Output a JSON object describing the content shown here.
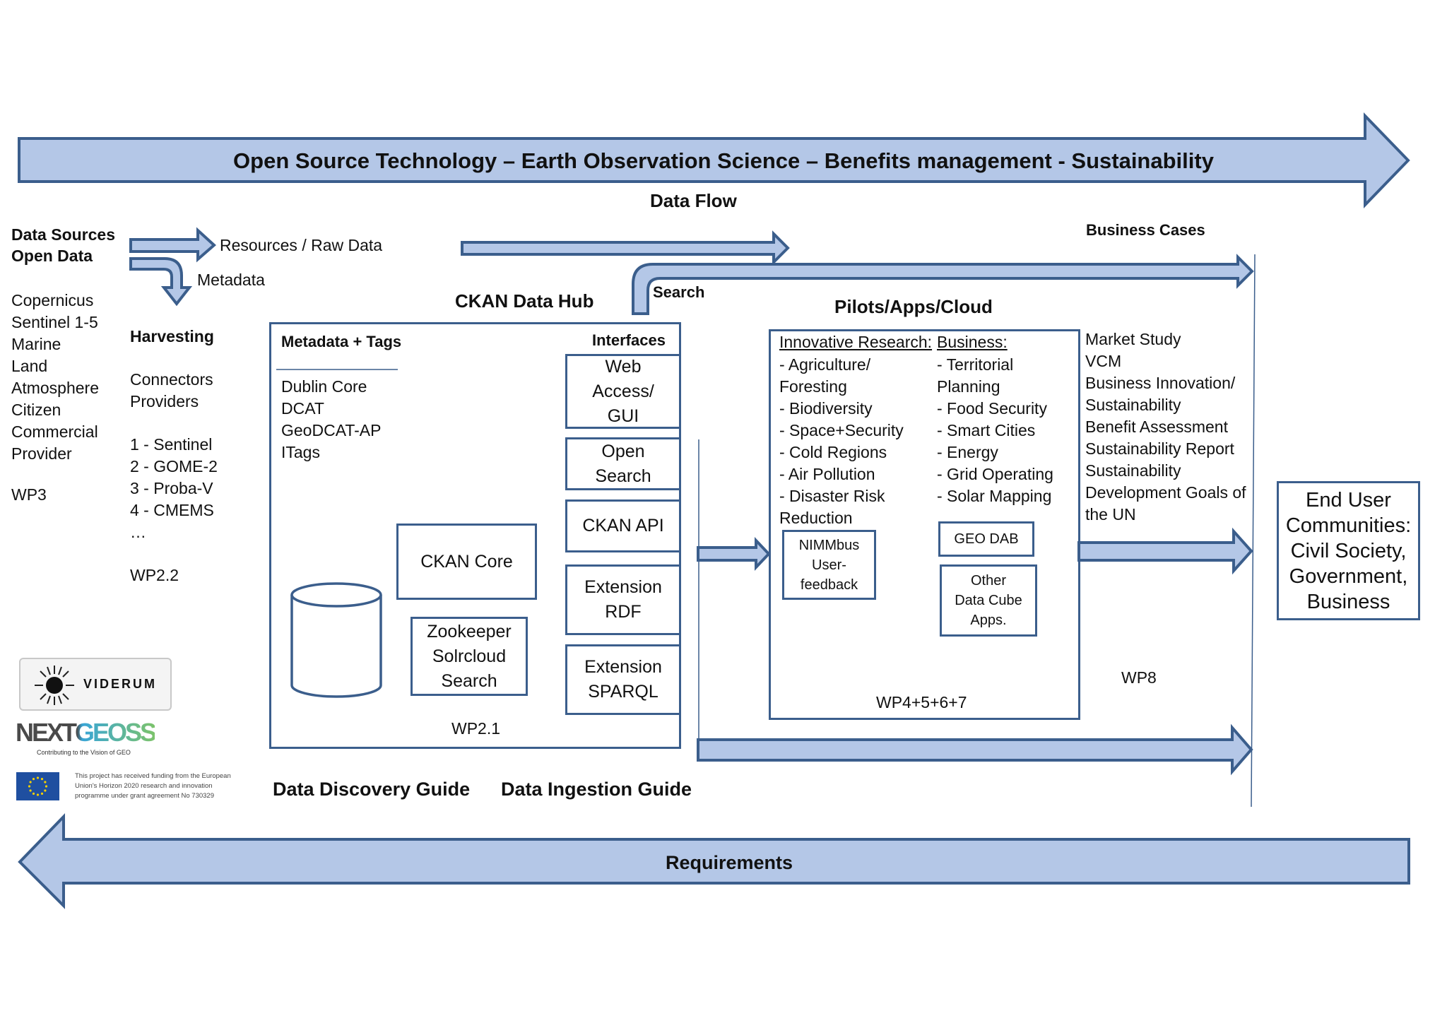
{
  "banner": "Open Source Technology – Earth Observation Science – Benefits management - Sustainability",
  "data_flow": "Data Flow",
  "requirements": "Requirements",
  "data_sources": {
    "title": "Data Sources\nOpen Data",
    "items": "Copernicus\nSentinel 1-5\nMarine\nLand\nAtmosphere\nCitizen\nCommercial\nProvider",
    "wp": "WP3"
  },
  "flow_labels": {
    "resources": "Resources / Raw Data",
    "metadata": "Metadata",
    "search": "Search",
    "business_cases": "Business Cases"
  },
  "harvesting": {
    "title": "Harvesting",
    "sub": "Connectors\nProviders",
    "list": "1 - Sentinel\n2 - GOME-2\n3 - Proba-V\n4 - CMEMS\n…",
    "wp": "WP2.2"
  },
  "ckan": {
    "title": "CKAN Data Hub",
    "metadata_tags": "Metadata + Tags",
    "interfaces": "Interfaces",
    "standards": "Dublin Core\nDCAT\nGeoDCAT-AP\nITags",
    "core": "CKAN Core",
    "zookeeper": "Zookeeper\nSolrcloud\nSearch",
    "wp": "WP2.1",
    "interface_boxes": [
      "Web\nAccess/\nGUI",
      "Open\nSearch",
      "CKAN API",
      "Extension\nRDF",
      "Extension\nSPARQL"
    ]
  },
  "pilots": {
    "title": "Pilots/Apps/Cloud",
    "research_head": "Innovative Research:",
    "research_list": "- Agriculture/\nForesting\n- Biodiversity\n- Space+Security\n- Cold Regions\n- Air Pollution\n- Disaster Risk\nReduction",
    "business_head": "Business:",
    "business_list": "- Territorial\nPlanning\n- Food Security\n- Smart Cities\n- Energy\n- Grid Operating\n- Solar Mapping",
    "nimmbus": "NIMMbus\nUser-\nfeedback",
    "geodab": "GEO DAB",
    "other": "Other\nData Cube\nApps.",
    "wp": "WP4+5+6+7"
  },
  "business": {
    "list": "Market Study\nVCM\nBusiness Innovation/\nSustainability\nBenefit Assessment\nSustainability Report\nSustainability\nDevelopment Goals of\nthe UN",
    "wp": "WP8"
  },
  "end_user": "End User\nCommunities:\nCivil Society,\nGovernment,\nBusiness",
  "guides": {
    "discovery": "Data Discovery Guide",
    "ingestion": "Data Ingestion Guide"
  },
  "logos": {
    "viderum": "VIDERUM",
    "nextgeoss": "NEXTGEOSS",
    "nextgeoss_tagline": "Contributing to the Vision of GEO",
    "eu_note": "This project has received funding from the European\nUnion's Horizon 2020 research and innovation\nprogramme under grant agreement No 730329"
  },
  "colors": {
    "arrow_fill": "#b4c7e7",
    "arrow_stroke": "#3b5e8c",
    "box_stroke": "#3b5e8c"
  }
}
